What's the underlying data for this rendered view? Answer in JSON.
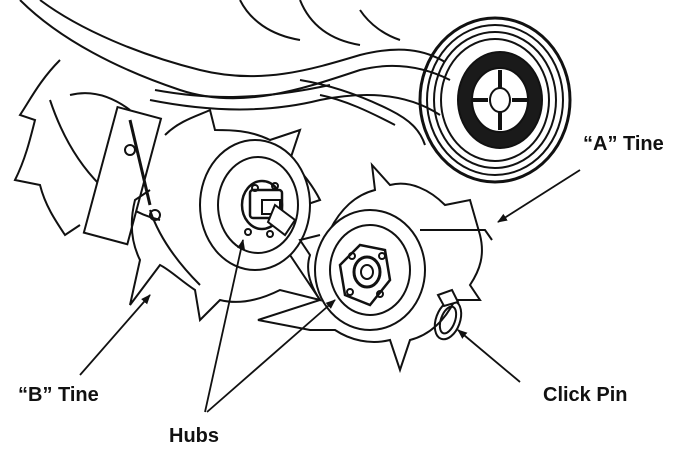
{
  "labels": {
    "a_tine": "“A” Tine",
    "b_tine": "“B” Tine",
    "hubs": "Hubs",
    "click_pin": "Click Pin"
  },
  "colors": {
    "line": "#111111",
    "background": "#ffffff"
  }
}
